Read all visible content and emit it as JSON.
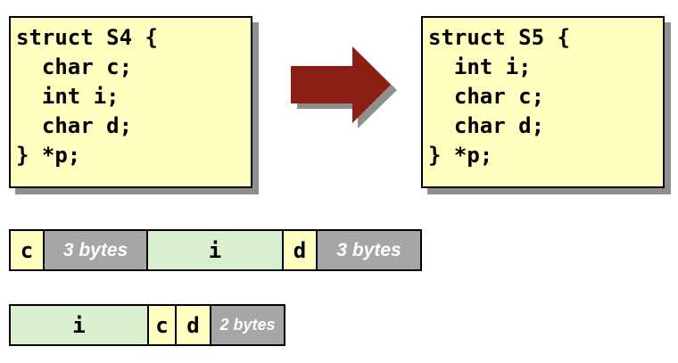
{
  "struct_s4": {
    "lines": [
      "struct S4 {",
      "  char c;",
      "  int i;",
      "  char d;",
      "} *p;"
    ]
  },
  "struct_s5": {
    "lines": [
      "struct S5 {",
      "  int i;",
      "  char c;",
      "  char d;",
      "} *p;"
    ]
  },
  "arrow": {
    "icon": "right-arrow-icon",
    "color": "#8b1f14"
  },
  "layout_s4": {
    "cells": [
      {
        "label": "c",
        "kind": "char"
      },
      {
        "label": "3 bytes",
        "kind": "padding"
      },
      {
        "label": "i",
        "kind": "int"
      },
      {
        "label": "d",
        "kind": "char"
      },
      {
        "label": "3 bytes",
        "kind": "padding"
      }
    ]
  },
  "layout_s5": {
    "cells": [
      {
        "label": "i",
        "kind": "int"
      },
      {
        "label": "c",
        "kind": "char"
      },
      {
        "label": "d",
        "kind": "char"
      },
      {
        "label": "2 bytes",
        "kind": "padding"
      }
    ]
  },
  "colors": {
    "code_background": "#ffffc0",
    "char_field": "#ffffc0",
    "int_field": "#d8f0d0",
    "padding": "#a6a6a6",
    "shadow": "#8f8f8f"
  }
}
